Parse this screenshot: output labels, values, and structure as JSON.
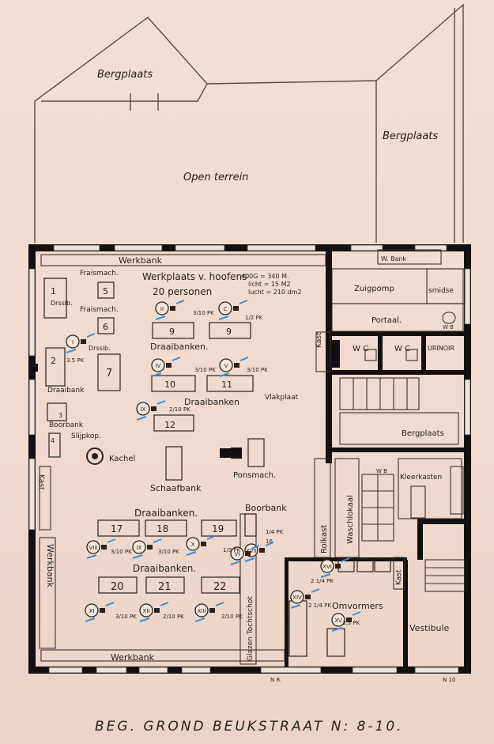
{
  "title": "BEG. GROND   BEUKSTRAAT N: 8-10.",
  "labels": {
    "bergplaats_top": "Bergplaats",
    "bergplaats_right": "Bergplaats",
    "open_terrein": "Open terrein",
    "werkbank_top": "Werkbank",
    "werkplaats": "Werkplaats v. hoofens",
    "personen": "20 personen",
    "area_1": "400G = 340 M.",
    "area_2": "licht = 15 M2",
    "area_3": "lucht = 210 dm2",
    "w_bank": "W. Bank",
    "zuigpomp": "Zuigpomp",
    "smidse": "smidse",
    "portaal": "Portaal.",
    "wb_top": "W B",
    "wc_1": "W C",
    "wc_2": "W C",
    "urinoir": "URINOIR",
    "kast_1": "Kast",
    "bergplaats_mid": "Bergplaats",
    "vlakplaat": "Vlakplaat",
    "fraismach_1": "Fraismach.",
    "fraismach_2": "Fraismach.",
    "drssib_1": "Drssib.",
    "drssib_2": "Drssib.",
    "draaibanken_1": "Draaibanken.",
    "draaibanken_2": "Draaibanken",
    "draaibank": "Draaibank",
    "boorbank_left": "Boorbank",
    "slijpkop": "Slijpkop.",
    "kachel": "Kachel",
    "schaafbank": "Schaafbank",
    "ponsmach": "Ponsmach.",
    "kast_2": "Kast",
    "draaibanken_3": "Draaibanken.",
    "boorbank_right": "Boorbank",
    "draaibanken_4": "Draaibanken.",
    "werkbank_left": "Werkbank",
    "werkbank_bottom": "Werkbank",
    "glazen_tochtschot": "Glazen Tochtschot",
    "rolkast": "Rolkast",
    "waschlokaal": "Waschlokaal",
    "wb_mid": "W B",
    "kleerkasten": "Kleerkasten",
    "kast_3": "Kast",
    "omvormers": "Omvormers",
    "vestibule": "Vestibule",
    "no_8": "N 8.",
    "no_10": "N 10"
  },
  "machines": {
    "m1": "1",
    "m2": "2",
    "m3": "3",
    "m4": "4",
    "m5": "5",
    "m6": "6",
    "m7": "7",
    "m8": "9",
    "m9": "9",
    "m10": "10",
    "m11": "11",
    "m12": "12",
    "m17": "17",
    "m18": "18",
    "m19": "19",
    "m20": "20",
    "m21": "21",
    "m22": "22"
  },
  "motors": [
    "I",
    "II",
    "C",
    "IV",
    "V",
    "IX",
    "VIII",
    "IX",
    "X",
    "XI",
    "XII",
    "XIII",
    "XIV",
    "XV",
    "XVI",
    "XVII",
    "VI"
  ],
  "power": {
    "p1": "3/10 PK",
    "p2": "1/2 PK",
    "p3": "3/10 PK",
    "p4": "3/10 PK",
    "p5": "2/10 PK",
    "p6": "3.5 PK",
    "p7": "1/4 PK",
    "p8": "16",
    "p9": "3/10 PK",
    "p10": "3/10 PK",
    "p11": "1/3 PK",
    "p12": "3/10 PK",
    "p13": "2/10 PK",
    "p14": "2/10 PK",
    "p15": "2 1/4 PK",
    "p16": "2 1/4 PK",
    "p17": "3.5 PK"
  },
  "colors": {
    "paper": "#f2dcd0",
    "ink": "#2a211e",
    "wall": "#141010",
    "annotation_blue": "#3b8fd8"
  }
}
